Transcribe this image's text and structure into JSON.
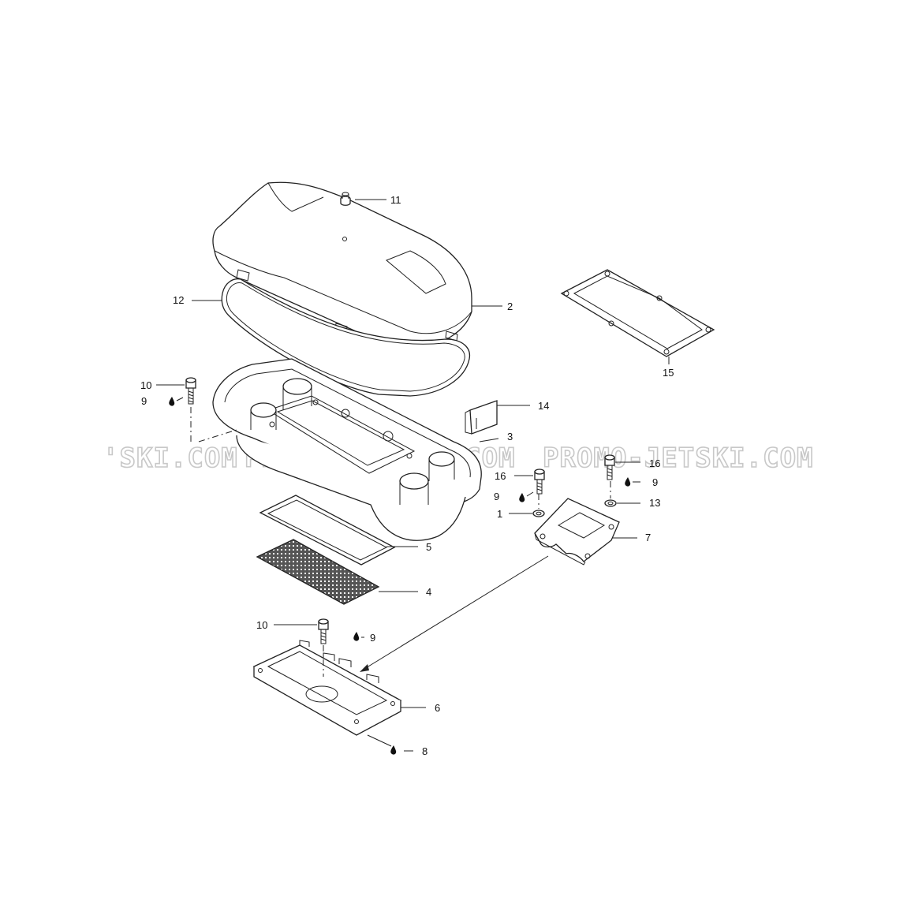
{
  "watermark": {
    "left": "'SKI.COM",
    "center": "PROMO-JETSKI.COM",
    "right": "PROMO-JETSKI.COM"
  },
  "callouts": [
    {
      "id": "11",
      "part": "plug"
    },
    {
      "id": "12",
      "part": "cover-gasket"
    },
    {
      "id": "2",
      "part": "silencer-cover"
    },
    {
      "id": "15",
      "part": "flat-gasket"
    },
    {
      "id": "10",
      "part": "screw"
    },
    {
      "id": "9",
      "part": "threadlocker"
    },
    {
      "id": "14",
      "part": "clip"
    },
    {
      "id": "3",
      "part": "silencer-base"
    },
    {
      "id": "16",
      "part": "screw"
    },
    {
      "id": "9",
      "part": "threadlocker"
    },
    {
      "id": "16",
      "part": "screw"
    },
    {
      "id": "9",
      "part": "threadlocker"
    },
    {
      "id": "13",
      "part": "washer"
    },
    {
      "id": "1",
      "part": "washer"
    },
    {
      "id": "7",
      "part": "support-plate"
    },
    {
      "id": "5",
      "part": "frame-gasket"
    },
    {
      "id": "4",
      "part": "flame-arrester-screen"
    },
    {
      "id": "10",
      "part": "screw"
    },
    {
      "id": "9",
      "part": "threadlocker"
    },
    {
      "id": "6",
      "part": "adaptor-plate"
    },
    {
      "id": "8",
      "part": "sealant"
    }
  ]
}
